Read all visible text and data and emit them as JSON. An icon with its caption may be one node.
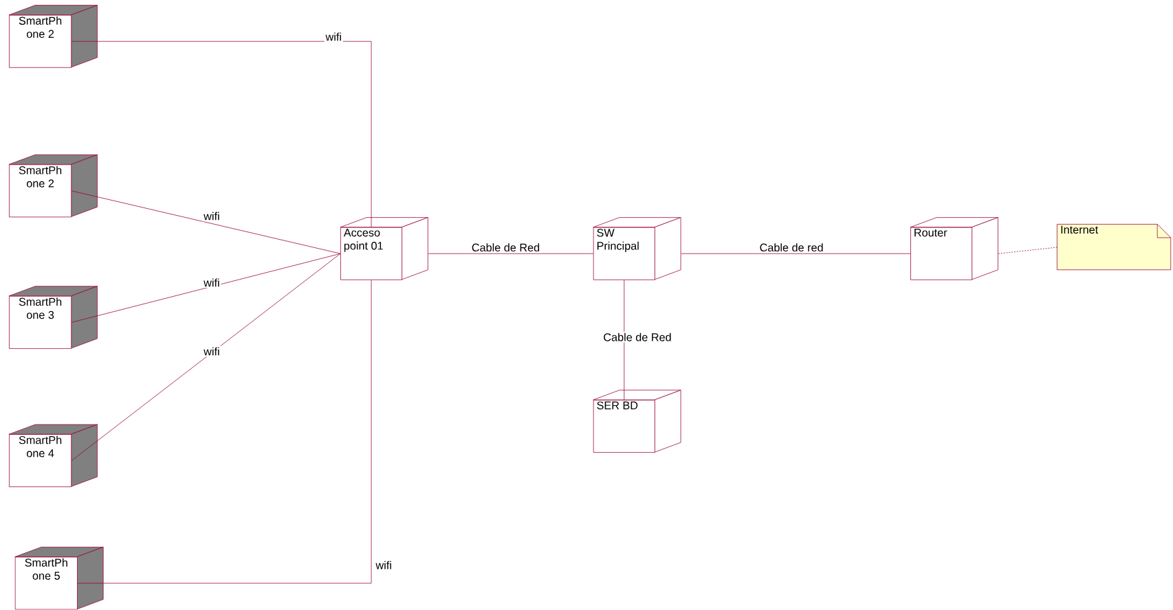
{
  "diagram": {
    "nodes": [
      {
        "text": [
          "SmartPh one 2"
        ]
      },
      {
        "text": [
          "SmartPh one 2"
        ]
      },
      {
        "text": [
          "SmartPh one 3"
        ]
      },
      {
        "text": [
          "SmartPh one 4"
        ]
      },
      {
        "text": [
          "SmartPh one 5"
        ]
      },
      {
        "text": [
          "Acceso point 01"
        ]
      },
      {
        "text": [
          "SW Principal"
        ]
      },
      {
        "text": [
          "SER BD"
        ]
      },
      {
        "text": [
          "Router"
        ]
      },
      {
        "text": [
          "Internet"
        ]
      }
    ],
    "edges": [
      {
        "from": 0,
        "to": 5,
        "arrow": "none",
        "label": "wifi"
      },
      {
        "from": 1,
        "to": 5,
        "arrow": "none",
        "label": "wifi"
      },
      {
        "from": 2,
        "to": 5,
        "arrow": "none",
        "label": "wifi"
      },
      {
        "from": 3,
        "to": 5,
        "arrow": "none",
        "label": "wifi"
      },
      {
        "from": 4,
        "to": 5,
        "arrow": "none",
        "label": "wifi"
      },
      {
        "from": 5,
        "to": 6,
        "arrow": "none",
        "label": "Cable de Red"
      },
      {
        "from": 6,
        "to": 8,
        "arrow": "none",
        "label": "Cable de red"
      },
      {
        "from": 6,
        "to": 7,
        "arrow": "none",
        "label": "Cable de Red"
      },
      {
        "from": 8,
        "to": 9,
        "arrow": "none",
        "style": "dashed"
      }
    ]
  }
}
